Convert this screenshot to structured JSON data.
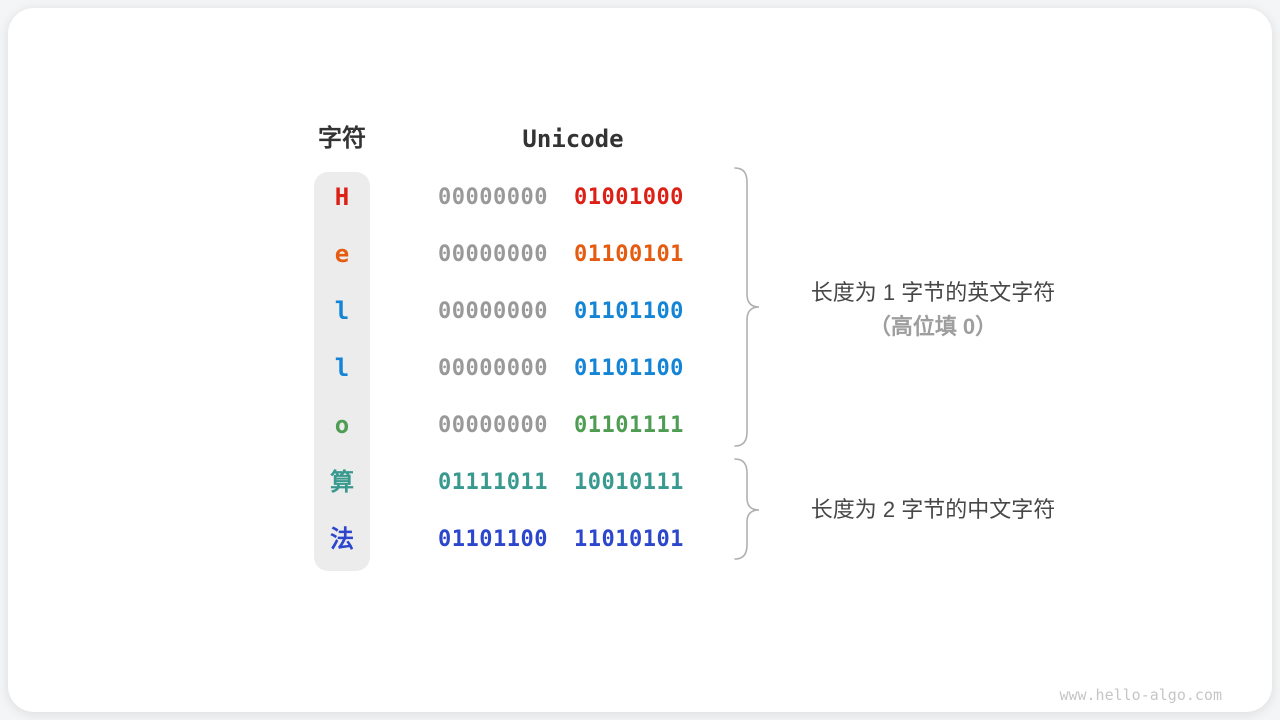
{
  "diagram": {
    "title_implied": "Unicode encoding of characters",
    "header": {
      "char_col": "字符",
      "unicode_col": "Unicode"
    },
    "rows": [
      {
        "char": "H",
        "char_color": "#dd2016",
        "byte1": "00000000",
        "byte1_color": "#999999",
        "byte2": "01001000",
        "byte2_color": "#dd2016"
      },
      {
        "char": "e",
        "char_color": "#e55c10",
        "byte1": "00000000",
        "byte1_color": "#999999",
        "byte2": "01100101",
        "byte2_color": "#e55c10"
      },
      {
        "char": "l",
        "char_color": "#1485d6",
        "byte1": "00000000",
        "byte1_color": "#999999",
        "byte2": "01101100",
        "byte2_color": "#1485d6"
      },
      {
        "char": "l",
        "char_color": "#1485d6",
        "byte1": "00000000",
        "byte1_color": "#999999",
        "byte2": "01101100",
        "byte2_color": "#1485d6"
      },
      {
        "char": "o",
        "char_color": "#4f9d53",
        "byte1": "00000000",
        "byte1_color": "#999999",
        "byte2": "01101111",
        "byte2_color": "#4f9d53"
      },
      {
        "char": "算",
        "char_color": "#38998f",
        "byte1": "01111011",
        "byte1_color": "#38998f",
        "byte2": "10010111",
        "byte2_color": "#38998f"
      },
      {
        "char": "法",
        "char_color": "#2c46cc",
        "byte1": "01101100",
        "byte1_color": "#2c46cc",
        "byte2": "11010101",
        "byte2_color": "#2c46cc"
      }
    ],
    "annotations": {
      "group1_line1": "长度为 1 字节的英文字符",
      "group1_line2": "（高位填 0）",
      "group2_line1": "长度为 2 字节的中文字符"
    },
    "watermark": "www.hello-algo.com",
    "colors": {
      "card_bg": "#ffffff",
      "page_bg": "#f4f5f6",
      "char_col_bg": "#ececec",
      "header_text": "#333333",
      "pad_byte_gray": "#999999",
      "note_dark": "#474747",
      "note_light": "#9e9e9e",
      "brace": "#b0b0b0",
      "watermark": "#c6c6c6"
    }
  }
}
